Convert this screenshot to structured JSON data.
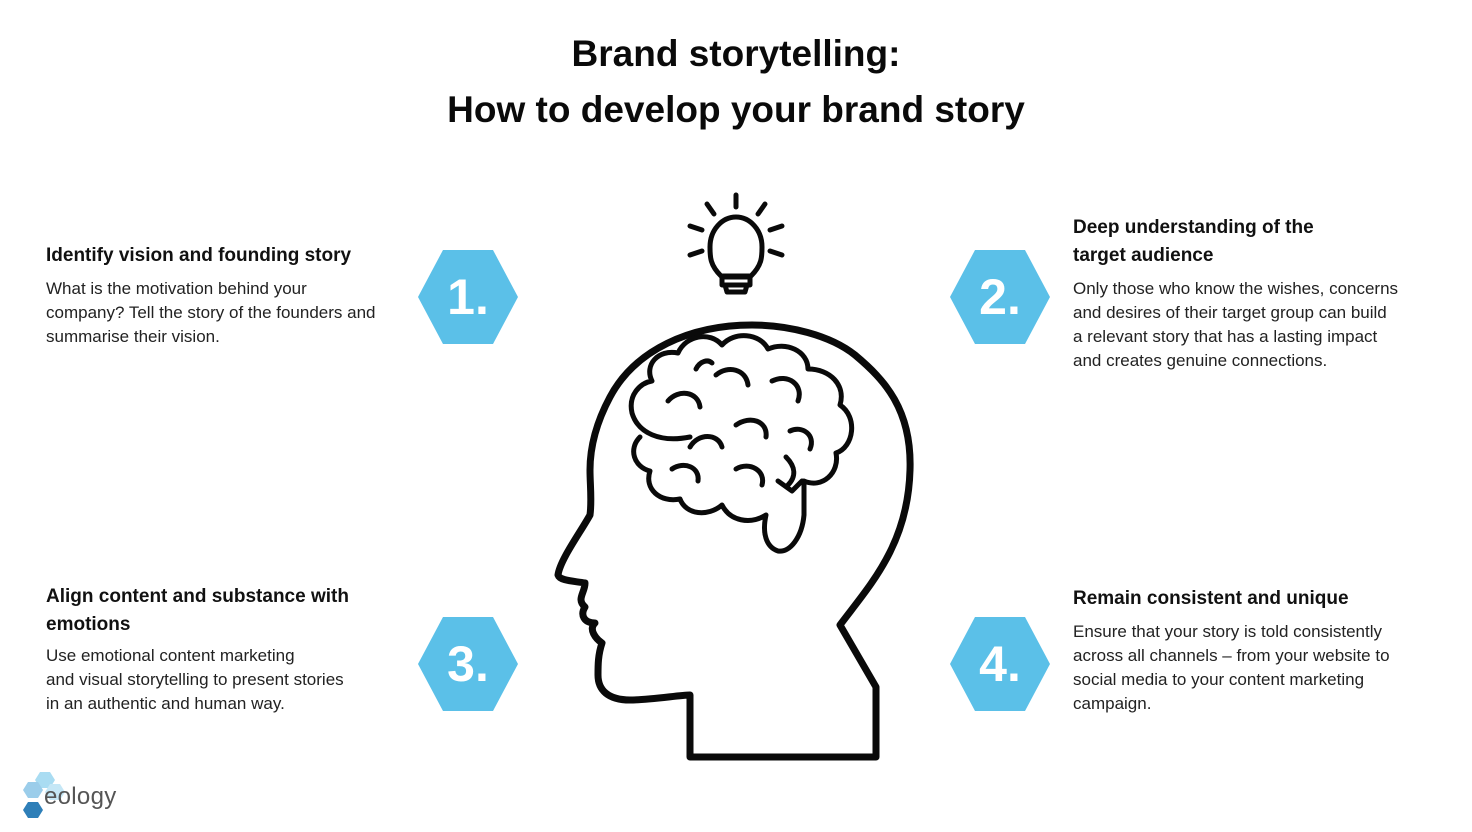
{
  "title": {
    "line1": "Brand storytelling:",
    "line2": "How to develop your brand story"
  },
  "steps": [
    {
      "number": "1.",
      "heading": "Identify vision and founding story",
      "body": "What is the motivation behind your\ncompany? Tell the story of the founders and\nsummarise their vision."
    },
    {
      "number": "2.",
      "heading": "Deep understanding of the\n target audience",
      "body": "Only those who know the wishes, concerns\nand desires of their target group can build\na relevant story that has a lasting impact\nand creates genuine connections."
    },
    {
      "number": "3.",
      "heading": "Align content and substance with\nemotions",
      "body": "Use emotional content marketing\nand visual storytelling to present stories\nin an authentic and human way."
    },
    {
      "number": "4.",
      "heading": "Remain consistent and unique",
      "body": "Ensure that your story is told consistently\nacross all channels – from your website to\nsocial media to your content marketing\ncampaign."
    }
  ],
  "logo": {
    "text": "eology"
  },
  "colors": {
    "accent": "#5BC0E8",
    "logo_light": "#A9DCF2",
    "logo_dark": "#2E7FB8",
    "ink": "#0a0a0a"
  },
  "icons": {
    "head": "head-profile-icon",
    "brain": "brain-icon",
    "idea": "lightbulb-icon"
  }
}
